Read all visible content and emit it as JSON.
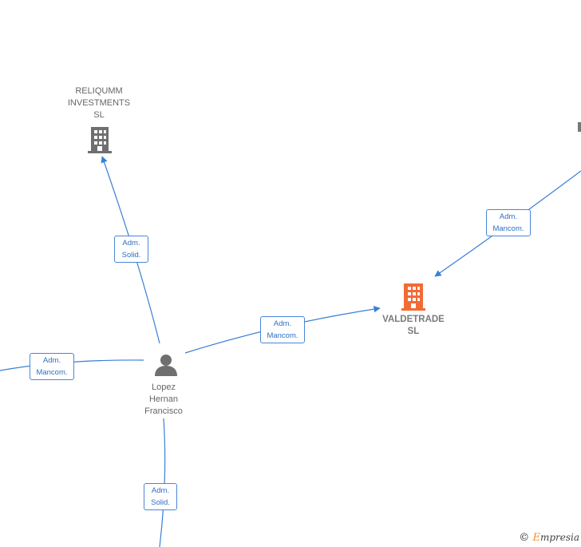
{
  "nodes": {
    "reliqumm": {
      "label": "RELIQUMM\nINVESTMENTS\nSL",
      "icon": "building-icon",
      "color": "#6f6f6f"
    },
    "valdetrade": {
      "label": "VALDETRADE\nSL",
      "icon": "building-icon",
      "color": "#f26a35"
    },
    "lopez": {
      "label": "Lopez\nHernan\nFrancisco",
      "icon": "person-icon",
      "color": "#6f6f6f"
    }
  },
  "edges": {
    "lopez_reliqumm": "Adm.\nSolid.",
    "lopez_valdetrade": "Adm.\nMancom.",
    "external_valdetrade": "Adm.\nMancom.",
    "lopez_left": "Adm.\nMancom.",
    "lopez_bottom": "Adm.\nSolid."
  },
  "colors": {
    "edge": "#3a7fd5",
    "label_border": "#4a86d8"
  },
  "watermark": {
    "copyright": "©",
    "brand_initial": "E",
    "brand_rest": "mpresia"
  }
}
